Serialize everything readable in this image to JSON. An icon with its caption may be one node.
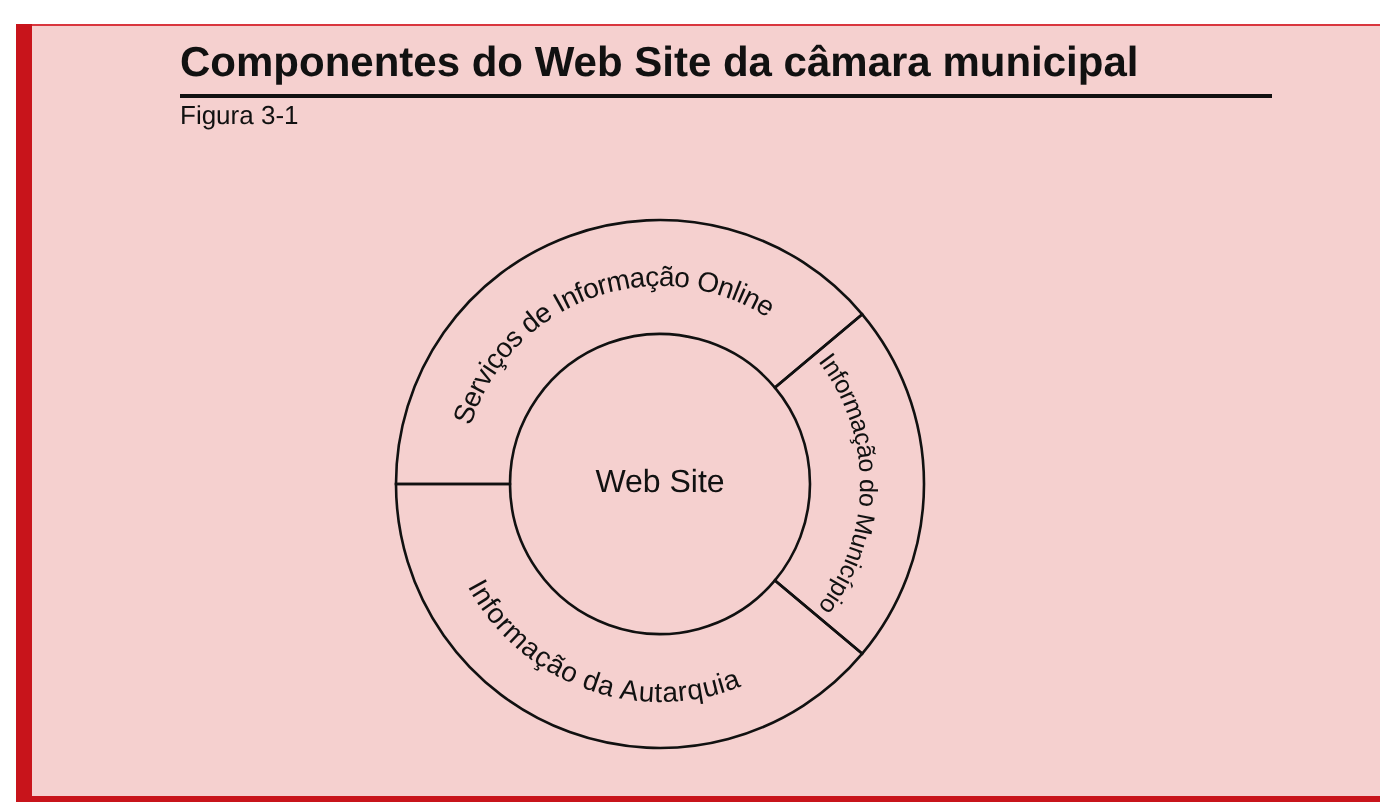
{
  "diagram": {
    "title": "Componentes do Web Site da câmara municipal",
    "nodes": [
      {
        "text": [
          "Web Site"
        ]
      },
      {
        "text": [
          "Serviços de Informação Online"
        ]
      },
      {
        "text": [
          "Informação do Município"
        ]
      },
      {
        "text": [
          "Informação da Autarquia"
        ]
      }
    ],
    "labels": [
      "Figura 3-1"
    ]
  }
}
